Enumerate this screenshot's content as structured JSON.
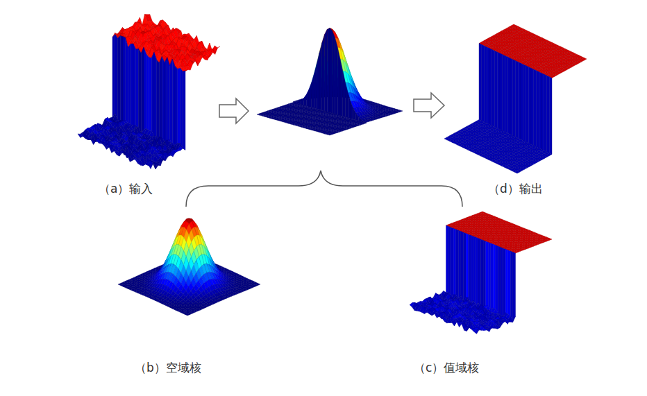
{
  "diagram": {
    "labels": [
      "（a）输入",
      "（d）输出",
      "（b）空域核",
      "（c）值域核"
    ]
  }
}
